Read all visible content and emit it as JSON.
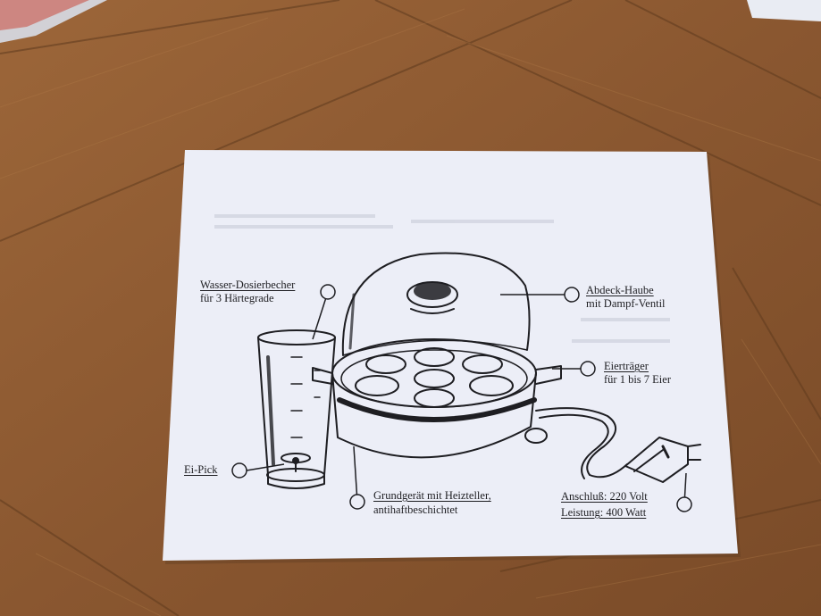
{
  "colors": {
    "wood_light": "#a36c3e",
    "wood_dark": "#6e4424",
    "paper": "#eceef7",
    "ink": "#1e1e22"
  },
  "labels": {
    "dosierbecher_line1": "Wasser-Dosierbecher",
    "dosierbecher_line2": "für 3 Härtegrade",
    "haube_line1": "Abdeck-Haube",
    "haube_line2": "mit Dampf-Ventil",
    "eiertraeger_line1": "Eierträger",
    "eiertraeger_line2": "für 1 bis 7 Eier",
    "eipick": "Ei-Pick",
    "grundgeraet_line1": "Grundgerät mit Heizteller,",
    "grundgeraet_line2": "antihaftbeschichtet",
    "anschluss": "Anschluß: 220 Volt",
    "leistung": "Leistung: 400 Watt"
  },
  "icons": [
    "callout-circle-icon",
    "plug-icon"
  ]
}
